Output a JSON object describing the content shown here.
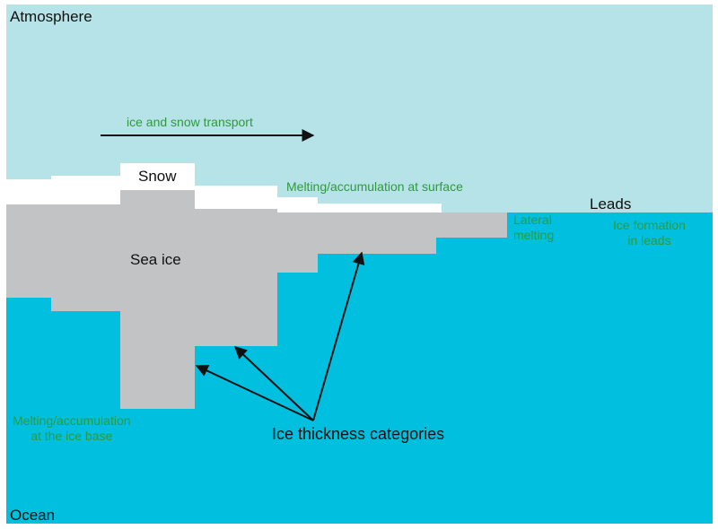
{
  "colors": {
    "atmosphere": "#b6e3e7",
    "ocean": "#00bfdf",
    "sea_ice": "#c1c3c4",
    "snow": "#ffffff",
    "process_text": "#2e9a3e",
    "label_text": "#111111"
  },
  "labels": {
    "atmosphere": "Atmosphere",
    "ocean": "Ocean",
    "snow": "Snow",
    "sea_ice": "Sea ice",
    "leads": "Leads",
    "ice_thickness_categories": "Ice thickness categories"
  },
  "processes": {
    "transport": "ice and snow transport",
    "surface": "Melting/accumulation at surface",
    "lateral_line1": "Lateral",
    "lateral_line2": "melting",
    "lead_formation_line1": "Ice formation",
    "lead_formation_line2": "in leads",
    "base_line1": "Melting/accumulation",
    "base_line2": "at the ice base"
  }
}
